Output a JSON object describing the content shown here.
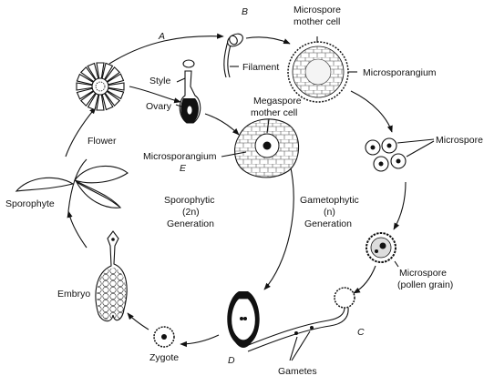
{
  "labels": {
    "flower": "Flower",
    "style": "Style",
    "ovary": "Ovary",
    "filament": "Filament",
    "microspore_mother_cell_l1": "Microspore",
    "microspore_mother_cell_l2": "mother cell",
    "microsporangium_top": "Microsporangium",
    "megaspore_mother_cell_l1": "Megaspore",
    "megaspore_mother_cell_l2": "mother cell",
    "microsporangium_left": "Microsporangium",
    "microspore": "Microspore",
    "pollen_l1": "Microspore",
    "pollen_l2": "(pollen grain)",
    "sporophyte": "Sporophyte",
    "embryo": "Embryo",
    "zygote": "Zygote",
    "gametes": "Gametes",
    "sporophytic_l1": "Sporophytic",
    "sporophytic_l2": "(2n)",
    "sporophytic_l3": "Generation",
    "gametophytic_l1": "Gametophytic",
    "gametophytic_l2": "(n)",
    "gametophytic_l3": "Generation"
  },
  "letters": {
    "a": "A",
    "b": "B",
    "c": "C",
    "d": "D",
    "e": "E"
  }
}
